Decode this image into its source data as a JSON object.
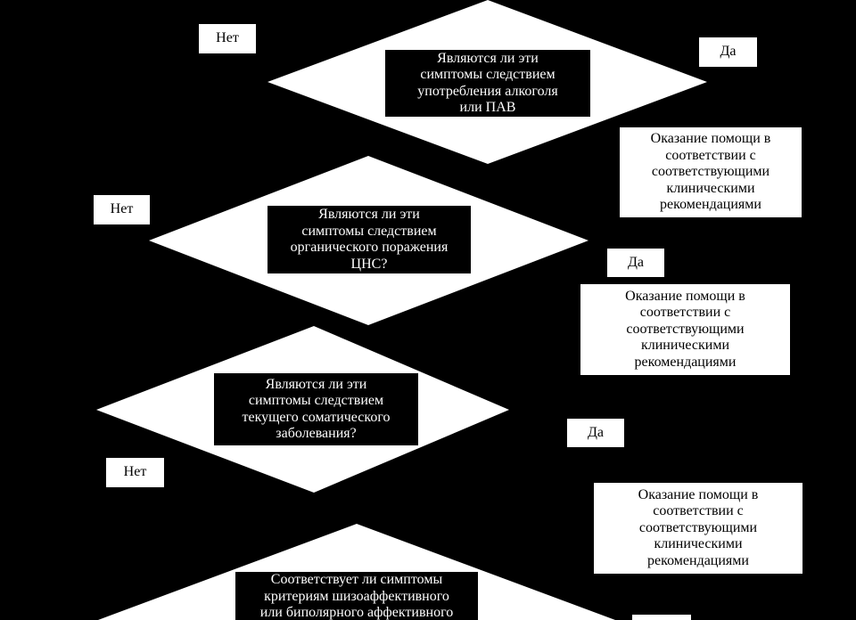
{
  "diagram": {
    "colors": {
      "background": "#000000",
      "shape_fill": "#ffffff",
      "question_fill": "#000000",
      "question_text": "#ffffff",
      "text": "#000000"
    },
    "decisions": [
      {
        "question": "Являются  ли эти\nсимптомы следствием\nупотребления алкоголя\nили ПАВ",
        "no_label": "Нет",
        "yes_label": "Да",
        "outcome": "Оказание помощи в\nсоответствии с\nсоответствующими\nклиническими\nрекомендациями"
      },
      {
        "question": "Являются  ли эти\nсимптомы следствием\nорганического поражения\nЦНС?",
        "no_label": "Нет",
        "yes_label": "Да",
        "outcome": "Оказание помощи в\nсоответствии с\nсоответствующими\nклиническими\nрекомендациями"
      },
      {
        "question": "Являются  ли эти\nсимптомы следствием\nтекущего соматического\nзаболевания?",
        "no_label": "Нет",
        "yes_label": "Да",
        "outcome": "Оказание помощи в\nсоответствии с\nсоответствующими\nклиническими\nрекомендациями"
      },
      {
        "question": "Соответствует ли симптомы\nкритериям шизоаффективного\nили биполярного аффективного"
      }
    ]
  }
}
